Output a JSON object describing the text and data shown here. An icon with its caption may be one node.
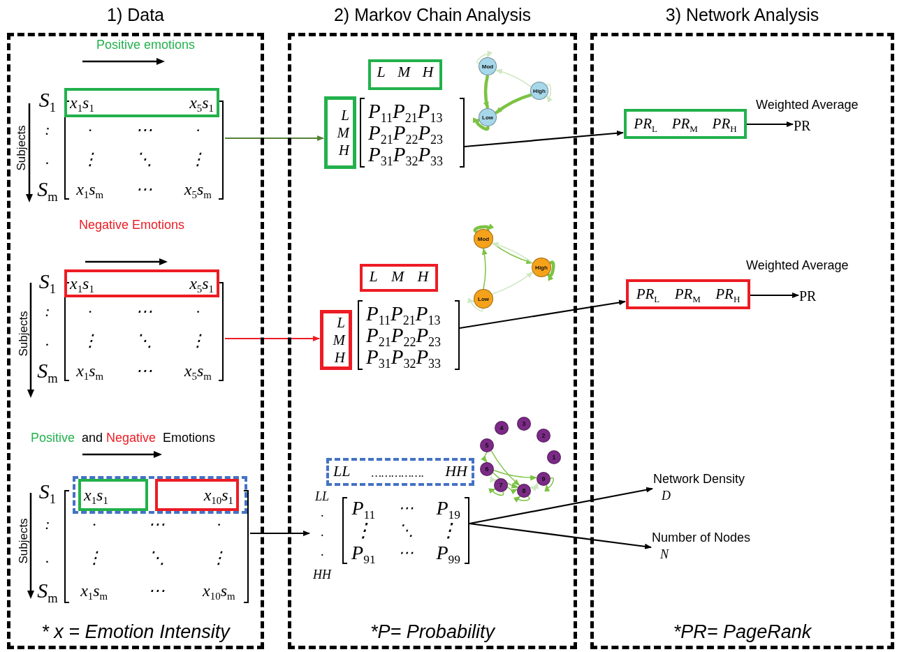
{
  "diagram": {
    "nodes": [
      {
        "text": [
          "1) Data",
          "* x = Emotion Intensity"
        ]
      },
      {
        "text": [
          "2) Markov Chain Analysis",
          "*P= Probability"
        ]
      },
      {
        "text": [
          "3) Network Analysis",
          "*PR= PageRank"
        ]
      },
      {
        "text": [
          "S$_{1}$",
          ":",
          ".",
          "S$_{m}$",
          "·",
          "⋯",
          "·",
          "⋮",
          "⋱",
          "⋮",
          "x$_{1}$s$_{m}$",
          "⋯",
          "x$_{5}$s$_{m}$"
        ],
        "in": 0
      },
      {
        "text": [
          "x$_{1}$s$_{1}$",
          "x$_{5}$s$_{1}$"
        ],
        "in": 3
      },
      {
        "text": [
          "S$_{1}$",
          ":",
          ".",
          "S$_{m}$",
          "·",
          "⋯",
          "·",
          "⋮",
          "⋱",
          "⋮",
          "x$_{1}$s$_{m}$",
          "⋯",
          "x$_{5}$s$_{m}$"
        ],
        "in": 0
      },
      {
        "text": [
          "x$_{1}$s$_{1}$",
          "x$_{5}$s$_{1}$"
        ],
        "in": 5
      },
      {
        "text": [
          "S$_{1}$",
          ":",
          ".",
          "S$_{m}$",
          "·",
          "⋯",
          "·",
          "⋮",
          "⋱",
          "⋮",
          "x$_{1}$s$_{m}$",
          "⋯",
          "x$_{10}$s$_{m}$"
        ],
        "in": 0
      },
      {
        "text": [],
        "shape": "box",
        "in": 7
      },
      {
        "text": [
          "x$_{1}$s$_{1}$"
        ],
        "in": 8
      },
      {
        "text": [
          "x$_{10}$s$_{1}$"
        ],
        "in": 8
      },
      {
        "text": [
          "L",
          "M",
          "H"
        ],
        "in": 1
      },
      {
        "text": [
          "L",
          "M",
          "H"
        ],
        "in": 1
      },
      {
        "text": [
          "P$_{11}$P$_{21}$P$_{13}$",
          "P$_{21}$P$_{22}$P$_{23}$",
          "P$_{31}$P$_{32}$P$_{33}$"
        ],
        "in": 1
      },
      {
        "text": [
          "Mod"
        ],
        "in": 1
      },
      {
        "text": [
          "High"
        ],
        "in": 1
      },
      {
        "text": [
          "Low"
        ],
        "in": 1
      },
      {
        "text": [
          "L",
          "M",
          "H"
        ],
        "in": 1
      },
      {
        "text": [
          "L",
          "M",
          "H"
        ],
        "in": 1
      },
      {
        "text": [
          "P$_{11}$P$_{21}$P$_{13}$",
          "P$_{21}$P$_{22}$P$_{23}$",
          "P$_{31}$P$_{32}$P$_{33}$"
        ],
        "in": 1
      },
      {
        "text": [
          "Mod"
        ],
        "in": 1
      },
      {
        "text": [
          "High"
        ],
        "in": 1
      },
      {
        "text": [
          "Low"
        ],
        "in": 1
      },
      {
        "text": [
          "LL",
          "…………….",
          "HH"
        ],
        "in": 1
      },
      {
        "text": [
          "LL",
          "·",
          "·",
          "·",
          "HH",
          "P$_{11}$",
          "⋯",
          "P$_{19}$",
          "⋮",
          "⋱",
          "⋮",
          "P$_{91}$",
          "⋯",
          "P$_{99}$"
        ],
        "in": 1
      },
      {
        "text": [
          "1"
        ],
        "in": 1
      },
      {
        "text": [
          "2"
        ],
        "in": 1
      },
      {
        "text": [
          "3"
        ],
        "in": 1
      },
      {
        "text": [
          "4"
        ],
        "in": 1
      },
      {
        "text": [
          "5"
        ],
        "in": 1
      },
      {
        "text": [
          "6"
        ],
        "in": 1
      },
      {
        "text": [
          "7"
        ],
        "in": 1
      },
      {
        "text": [
          "8"
        ],
        "in": 1
      },
      {
        "text": [
          "9"
        ],
        "in": 1
      },
      {
        "text": [
          "PR$_{L}$",
          "PR$_{M}$",
          "PR$_{H}$"
        ],
        "in": 2
      },
      {
        "text": [
          "PR"
        ],
        "in": 2
      },
      {
        "text": [
          "PR$_{L}$",
          "PR$_{M}$",
          "PR$_{H}$"
        ],
        "in": 2
      },
      {
        "text": [
          "PR"
        ],
        "in": 2
      },
      {
        "text": [
          "Network Density",
          "D"
        ],
        "in": 2
      },
      {
        "text": [
          "Number of Nodes",
          "N"
        ],
        "in": 2
      }
    ],
    "edges": [
      {
        "from": 3,
        "to": 12,
        "arrow": "to",
        "color": "#548235"
      },
      {
        "from": 13,
        "to": 34,
        "arrow": "to",
        "color": "#000000"
      },
      {
        "from": 34,
        "to": 35,
        "arrow": "to",
        "label": "Weighted Average",
        "color": "#000000"
      },
      {
        "from": 5,
        "to": 18,
        "arrow": "to",
        "color": "#ed1c24"
      },
      {
        "from": 19,
        "to": 36,
        "arrow": "to",
        "color": "#000000"
      },
      {
        "from": 36,
        "to": 37,
        "arrow": "to",
        "label": "Weighted Average",
        "color": "#000000"
      },
      {
        "from": 7,
        "to": 24,
        "arrow": "to",
        "color": "#000000"
      },
      {
        "from": 24,
        "to": 38,
        "arrow": "to",
        "color": "#000000"
      },
      {
        "from": 24,
        "to": 39,
        "arrow": "to",
        "color": "#000000"
      },
      {
        "from": 14,
        "to": 16,
        "arrow": "to",
        "color": "#7cc243",
        "style": "thick"
      },
      {
        "from": 15,
        "to": 16,
        "arrow": "to",
        "color": "#7cc243",
        "style": "thick"
      },
      {
        "from": 15,
        "to": 14,
        "arrow": "to",
        "color": "#cfe8c2"
      },
      {
        "from": 14,
        "to": 14,
        "arrow": "to",
        "color": "#cfe8c2"
      },
      {
        "from": 15,
        "to": 15,
        "arrow": "to",
        "color": "#cfe8c2"
      },
      {
        "from": 16,
        "to": 16,
        "arrow": "to",
        "color": "#7cc243",
        "style": "thick"
      },
      {
        "from": 20,
        "to": 20,
        "arrow": "to",
        "color": "#7cc243",
        "style": "thick"
      },
      {
        "from": 21,
        "to": 21,
        "arrow": "to",
        "color": "#7cc243",
        "style": "thick"
      },
      {
        "from": 22,
        "to": 22,
        "arrow": "to",
        "color": "#cfe8c2"
      },
      {
        "from": 22,
        "to": 20,
        "arrow": "to",
        "color": "#7cc243"
      },
      {
        "from": 20,
        "to": 21,
        "arrow": "to",
        "color": "#7cc243"
      },
      {
        "from": 21,
        "to": 20,
        "arrow": "to",
        "color": "#cfe8c2"
      },
      {
        "from": 22,
        "to": 21,
        "arrow": "to",
        "color": "#cfe8c2"
      },
      {
        "from": 29,
        "to": 30,
        "arrow": "to",
        "color": "#7cc243"
      },
      {
        "from": 29,
        "to": 32,
        "arrow": "to",
        "color": "#7cc243"
      },
      {
        "from": 30,
        "to": 33,
        "arrow": "to",
        "color": "#7cc243"
      },
      {
        "from": 30,
        "to": 32,
        "arrow": "to",
        "color": "#7cc243"
      },
      {
        "from": 31,
        "to": 32,
        "arrow": "to",
        "color": "#7cc243"
      },
      {
        "from": 30,
        "to": 31,
        "arrow": "to",
        "color": "#cfe8c2"
      },
      {
        "from": 32,
        "to": 33,
        "arrow": "both",
        "color": "#cfe8c2"
      },
      {
        "from": 31,
        "to": 31,
        "arrow": "to",
        "color": "#7cc243"
      },
      {
        "from": 32,
        "to": 32,
        "arrow": "to",
        "color": "#7cc243"
      },
      {
        "from": 33,
        "to": 33,
        "arrow": "to",
        "color": "#7cc243"
      }
    ],
    "labels": [
      "Positive emotions",
      "Subjects",
      "Negative Emotions",
      "Subjects",
      "Positive",
      "and",
      "Negative",
      "Emotions",
      "Subjects"
    ]
  }
}
